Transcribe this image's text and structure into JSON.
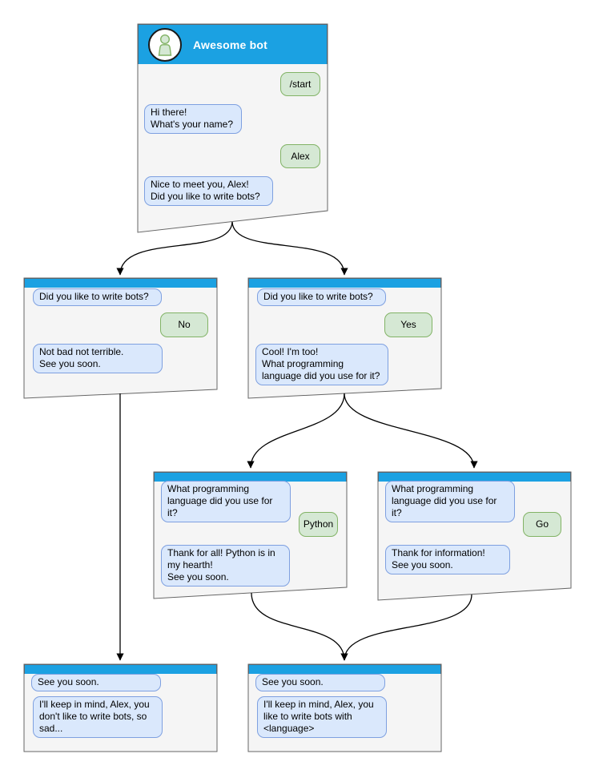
{
  "colors": {
    "accent_blue": "#1BA1E2",
    "bot_bubble_fill": "#DAE8FC",
    "bot_bubble_border": "#7EA0E0",
    "user_bubble_fill": "#D5E8D4",
    "user_bubble_border": "#82B366",
    "window_fill": "#F5F5F5",
    "window_border": "#666666",
    "connector": "#000000"
  },
  "icons": {
    "avatar": "person-icon"
  },
  "nodes": {
    "main": {
      "title": "Awesome bot",
      "messages": {
        "start": "/start",
        "greet": "Hi there!\nWhat's your name?",
        "name": "Alex",
        "ask": "Nice to meet you, Alex!\nDid you like to write bots?"
      }
    },
    "no_branch": {
      "question": "Did you like to write bots?",
      "answer": "No",
      "reply": "Not bad not terrible.\nSee you soon."
    },
    "yes_branch": {
      "question": "Did you like to write bots?",
      "answer": "Yes",
      "reply": "Cool! I'm too!\nWhat programming\nlanguage did you use for it?"
    },
    "python_branch": {
      "question": "What programming\nlanguage did you use for it?",
      "answer": "Python",
      "reply": "Thank for all! Python is in\nmy hearth!\nSee you soon."
    },
    "go_branch": {
      "question": "What programming\nlanguage did you use for it?",
      "answer": "Go",
      "reply": "Thank for information!\nSee you soon."
    },
    "end_no": {
      "question": "See you soon.",
      "reply": "I'll keep in mind, Alex, you\ndon't like to write bots, so\nsad..."
    },
    "end_yes": {
      "question": "See you soon.",
      "reply": "I'll keep in mind, Alex, you\nlike to write bots with\n<language>"
    }
  }
}
